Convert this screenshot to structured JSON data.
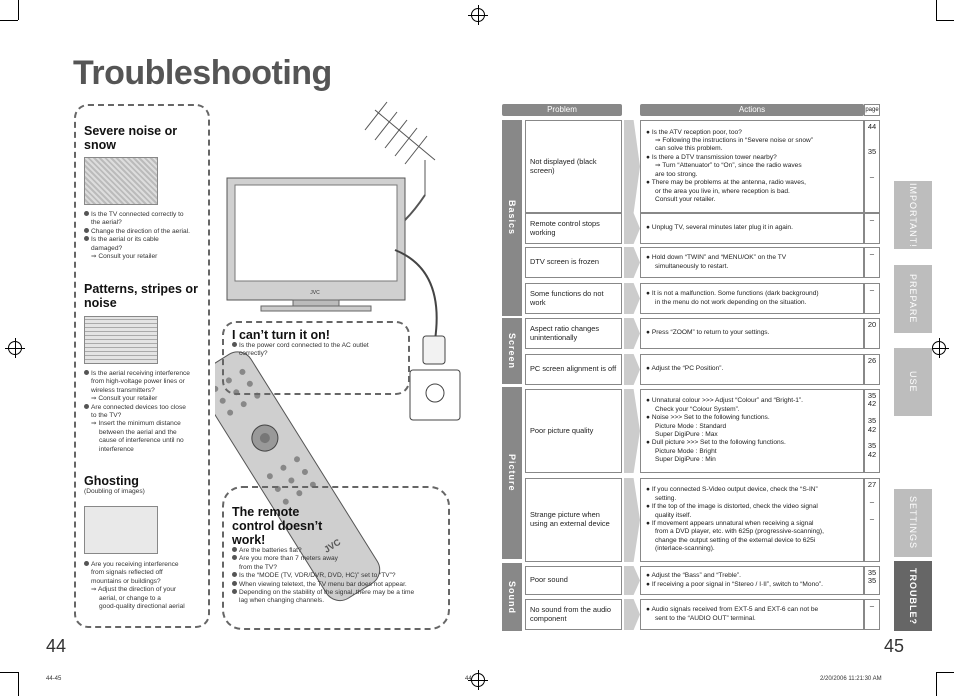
{
  "page_title": "Troubleshooting",
  "page_left": "44",
  "page_right": "45",
  "footer_file": "44-45",
  "footer_page": "44",
  "footer_date": "2/20/2006   11:21:30 AM",
  "left": {
    "severe": {
      "heading": "Severe noise or snow",
      "lines": [
        "Is the TV connected correctly to",
        "the aerial?",
        "Change the direction of the aerial.",
        "Is the aerial or its cable",
        "damaged?",
        "⇒ Consult your retailer"
      ]
    },
    "patterns": {
      "heading": "Patterns, stripes or noise",
      "lines": [
        "Is the aerial receiving interference",
        "from high-voltage power lines or",
        "wireless transmitters?",
        "⇒ Consult your retailer",
        "Are connected devices too close",
        "to the TV?",
        "⇒ Insert the minimum distance",
        "between the aerial and the",
        "cause of interference until no",
        "interference"
      ]
    },
    "ghosting": {
      "heading": "Ghosting",
      "sub": "(Doubling of images)",
      "lines": [
        "Are you receiving interference",
        "from signals reflected off",
        "mountains or buildings?",
        "⇒ Adjust the direction of your",
        "aerial, or change to a",
        "good-quality directional aerial"
      ]
    },
    "cant_turn_on": {
      "heading": "I can’t turn it on!",
      "lines": [
        "Is the power cord connected to the AC outlet",
        "correctly?"
      ]
    },
    "remote": {
      "heading": "The remote control doesn’t work!",
      "lines": [
        "Are the batteries flat?",
        "Are you more than 7 meters away",
        "from the TV?",
        "Is the “MODE (TV, VDR/DVR, DVD, HC)” set to “TV”?",
        "When viewing teletext, the TV menu bar does not appear.",
        "Depending on the stability of the signal, there may be a time",
        "lag when changing channels."
      ]
    },
    "tv_brand": "JVC"
  },
  "table": {
    "col_problem": "Problem",
    "col_actions": "Actions",
    "col_page": "page",
    "categories": [
      "Basics",
      "Screen",
      "Picture",
      "Sound"
    ],
    "rows": [
      {
        "problem": "Not displayed (black screen)",
        "actions": [
          "● Is the ATV reception poor, too?",
          "⇒ Following the instructions in “Severe noise or snow”",
          "can solve this problem.",
          "● Is there a DTV transmission tower nearby?",
          "⇒ Turn “Attenuator” to “On”, since the radio waves",
          "are too strong.",
          "● There may be problems at the antenna, radio waves,",
          "or the area you live in, where reception is bad.",
          "Consult your retailer."
        ],
        "pages": [
          "44",
          "",
          "",
          "35",
          "",
          "",
          "–"
        ]
      },
      {
        "problem": "Remote control stops working",
        "actions": [
          "● Unplug TV, several minutes later plug it in again."
        ],
        "pages": [
          "–"
        ]
      },
      {
        "problem": "DTV screen is frozen",
        "actions": [
          "● Hold down “TWIN” and “MENU/OK” on the TV",
          "simultaneously to restart."
        ],
        "pages": [
          "–"
        ]
      },
      {
        "problem": "Some functions do not work",
        "actions": [
          "● It is not a malfunction. Some functions (dark background)",
          "in the menu do not work depending on the situation."
        ],
        "pages": [
          "–"
        ]
      },
      {
        "problem": "Aspect ratio changes unintentionally",
        "actions": [
          "● Press “ZOOM” to return to your settings."
        ],
        "pages": [
          "20"
        ]
      },
      {
        "problem": "PC screen alignment is off",
        "actions": [
          "● Adjust the “PC Position”."
        ],
        "pages": [
          "26"
        ]
      },
      {
        "problem": "Poor picture quality",
        "actions": [
          "● Unnatural colour >>>  Adjust “Colour” and “Bright-1”.",
          "Check your “Colour System”.",
          "● Noise >>> Set to the following functions.",
          "Picture Mode :    Standard",
          "Super DigiPure : Max",
          "● Dull picture >>> Set to the following functions.",
          "Picture Mode :    Bright",
          "Super DigiPure : Min"
        ],
        "pages": [
          "35",
          "42",
          "",
          "35",
          "42",
          "",
          "35",
          "42"
        ]
      },
      {
        "problem": "Strange picture when using an external device",
        "actions": [
          "● If you connected S-Video output device, check the “S-IN”",
          "setting.",
          "● If the top of the image is distorted, check the video signal",
          "quality itself.",
          "● If movement appears unnatural when receiving a signal",
          "from a DVD player, etc. with 625p (progressive-scanning),",
          "change the output setting of the external device to 625i",
          "(interlace-scanning)."
        ],
        "pages": [
          "27",
          "",
          "–",
          "",
          "–"
        ]
      },
      {
        "problem": "Poor sound",
        "actions": [
          "● Adjust the “Bass” and “Treble”.",
          "● If receiving a poor signal in “Stereo / I·II”, switch to “Mono”."
        ],
        "pages": [
          "35",
          "35"
        ]
      },
      {
        "problem": "No sound from the audio component",
        "actions": [
          "● Audio signals received from EXT-5 and EXT-6 can not be",
          "sent to the “AUDIO OUT” terminal."
        ],
        "pages": [
          "–"
        ]
      }
    ]
  },
  "tabs": [
    "IMPORTANT!",
    "PREPARE",
    "USE",
    "SETTINGS",
    "TROUBLE?"
  ],
  "colors": {
    "tab_active": "#666666",
    "tab": "#bdbdbd",
    "header": "#888888"
  }
}
